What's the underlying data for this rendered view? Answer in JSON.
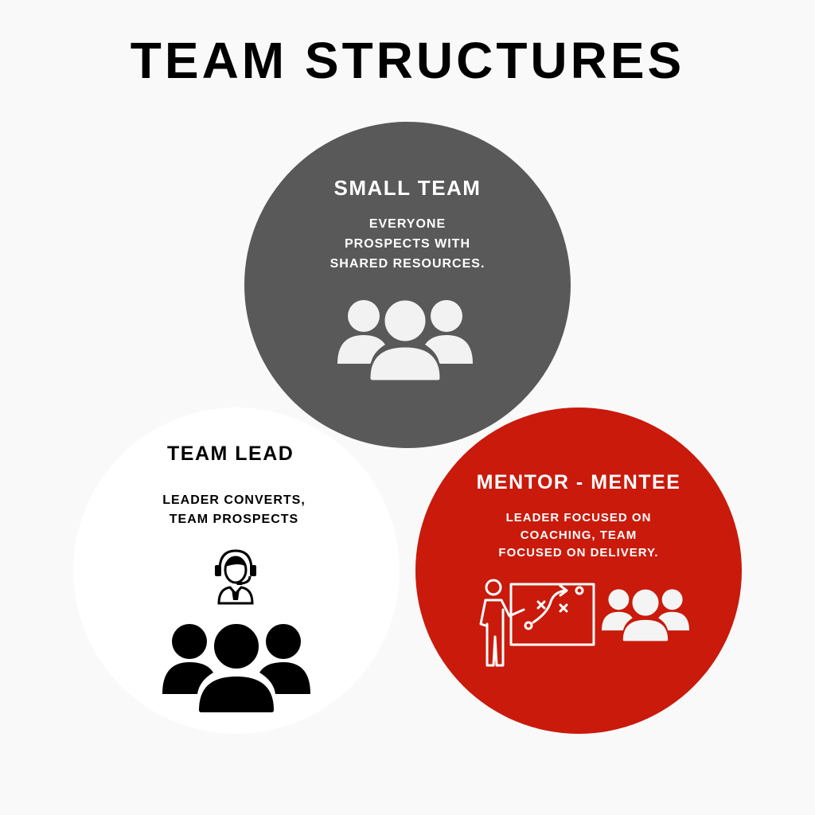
{
  "title": "TEAM STRUCTURES",
  "colors": {
    "background": "#f9f9f9",
    "small_team_circle": "#595959",
    "team_lead_circle": "#ffffff",
    "mentor_circle": "#c91a0b"
  },
  "small_team": {
    "heading": "SMALL TEAM",
    "description": [
      "EVERYONE",
      "PROSPECTS WITH",
      "SHARED RESOURCES."
    ],
    "icon": "people-group-icon"
  },
  "team_lead": {
    "heading": "TEAM LEAD",
    "description": [
      "LEADER CONVERTS,",
      "TEAM PROSPECTS"
    ],
    "icons": [
      "headset-operator-icon",
      "people-group-icon"
    ]
  },
  "mentor_mentee": {
    "heading": "MENTOR - MENTEE",
    "description": [
      "LEADER FOCUSED ON",
      "COACHING, TEAM",
      "FOCUSED ON DELIVERY."
    ],
    "icons": [
      "coach-whiteboard-icon",
      "people-group-icon"
    ]
  }
}
